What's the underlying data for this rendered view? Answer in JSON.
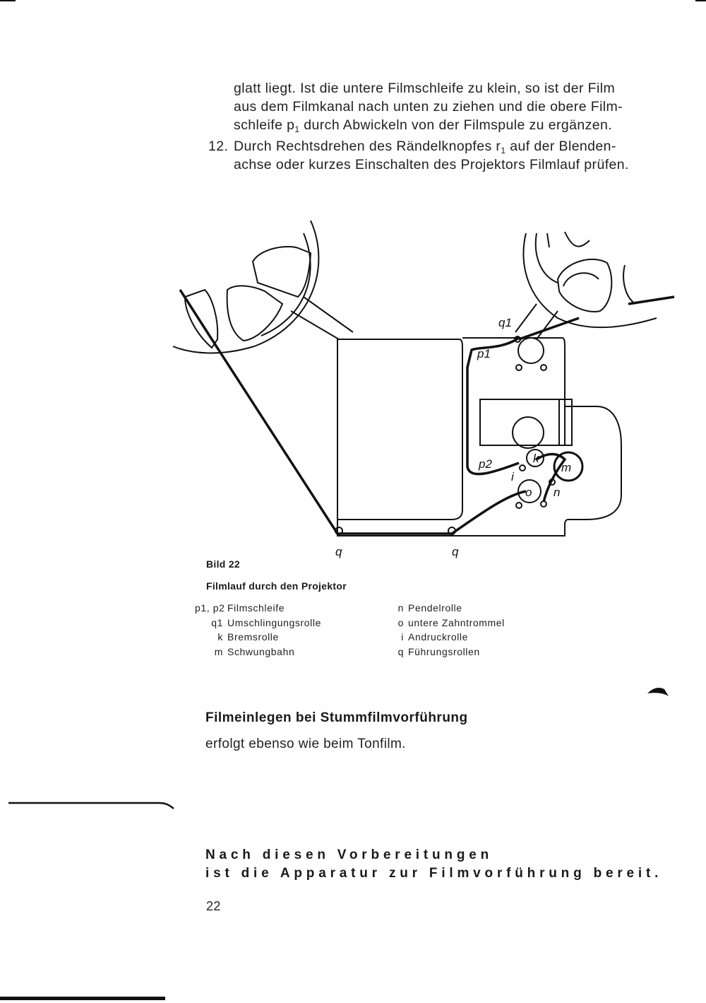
{
  "paragraphs": {
    "top_line1": "glatt liegt. Ist die untere Filmschleife zu klein, so ist der Film",
    "top_line2": "aus dem Filmkanal nach unten zu ziehen und die obere Film-",
    "top_line3_a": "schleife p",
    "top_line3_sub": "1",
    "top_line3_b": " durch Abwickeln von der Filmspule zu ergänzen.",
    "step12_number": "12.",
    "step12_line1_a": "Durch Rechtsdrehen des Rändelknopfes r",
    "step12_line1_sub": "1",
    "step12_line1_b": " auf der Blenden-",
    "step12_line2": "achse oder kurzes Einschalten des Projektors Filmlauf prüfen."
  },
  "figure": {
    "labels": {
      "q1": "q1",
      "p1": "p1",
      "p2": "p2",
      "k": "k",
      "i": "i",
      "m": "m",
      "o": "o",
      "n": "n",
      "q_left": "q",
      "q_right": "q"
    }
  },
  "caption": {
    "figure_number": "Bild 22",
    "title": "Filmlauf durch den Projektor"
  },
  "legend": {
    "left": [
      {
        "key": "p1, p2",
        "text": "Filmschleife"
      },
      {
        "key": "q1",
        "text": "Umschlingungsrolle"
      },
      {
        "key": "k",
        "text": "Bremsrolle"
      },
      {
        "key": "m",
        "text": "Schwungbahn"
      }
    ],
    "right": [
      {
        "key": "n",
        "text": "Pendelrolle"
      },
      {
        "key": "o",
        "text": "untere Zahntrommel"
      },
      {
        "key": "i",
        "text": "Andruckrolle"
      },
      {
        "key": "q",
        "text": "Führungsrollen"
      }
    ]
  },
  "section": {
    "heading": "Filmeinlegen bei Stummfilmvorführung",
    "text": "erfolgt ebenso wie beim Tonfilm."
  },
  "closing": {
    "line1": "Nach diesen Vorbereitungen",
    "line2": "ist die Apparatur zur Filmvorführung bereit."
  },
  "page_number": "22"
}
